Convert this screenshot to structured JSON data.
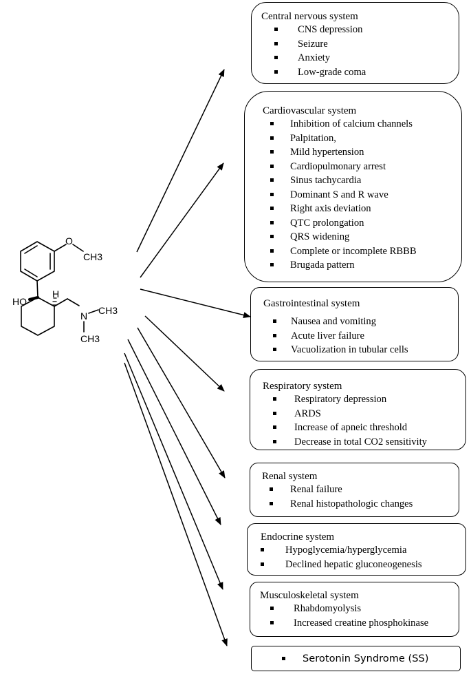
{
  "molecule": {
    "labels": {
      "methoxy_o": "O",
      "methoxy_ch3": "CH3",
      "hydroxyl": "HO",
      "stereo_h": "H",
      "amine_n": "N",
      "amine_ch3_upper": "CH3",
      "amine_ch3_lower": "CH3"
    }
  },
  "boxes": [
    {
      "id": "cns",
      "title": "Central nervous system",
      "items": [
        "CNS depression",
        "Seizure",
        "Anxiety",
        "Low-grade coma"
      ]
    },
    {
      "id": "cardio",
      "title": "Cardiovascular system",
      "items": [
        "Inhibition of calcium channels",
        "Palpitation,",
        "Mild hypertension",
        "Cardiopulmonary arrest",
        "Sinus tachycardia",
        "Dominant S and R wave",
        "Right axis deviation",
        "QTC prolongation",
        "QRS widening",
        "Complete or incomplete RBBB",
        "Brugada pattern"
      ]
    },
    {
      "id": "gi",
      "title": "Gastrointestinal system",
      "items": [
        "Nausea and vomiting",
        "Acute liver failure",
        "Vacuolization in tubular cells"
      ]
    },
    {
      "id": "resp",
      "title": "Respiratory system",
      "items": [
        "Respiratory depression",
        "ARDS",
        "Increase of apneic threshold",
        "Decrease in total CO2 sensitivity"
      ]
    },
    {
      "id": "renal",
      "title": "Renal system",
      "items": [
        "Renal failure",
        "Renal histopathologic changes"
      ]
    },
    {
      "id": "endo",
      "title": "Endocrine system",
      "items": [
        "Hypoglycemia/hyperglycemia",
        "Declined hepatic gluconeogenesis"
      ]
    },
    {
      "id": "musc",
      "title": "Musculoskeletal system",
      "items": [
        "Rhabdomyolysis",
        "Increased creatine phosphokinase"
      ]
    },
    {
      "id": "ss",
      "title": "",
      "items": [
        "Serotonin Syndrome (SS)"
      ]
    }
  ]
}
